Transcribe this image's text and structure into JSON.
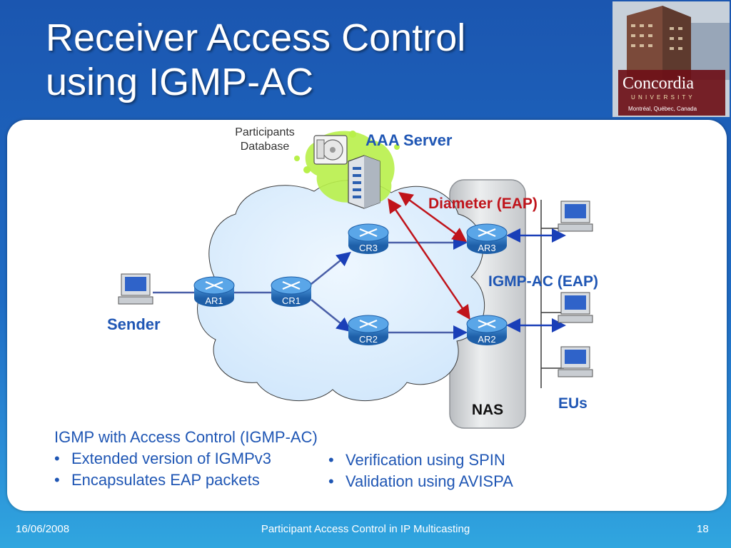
{
  "slide": {
    "title_line1": "Receiver Access Control",
    "title_line2": "using IGMP-AC"
  },
  "logo": {
    "name": "Concordia",
    "sub": "U N I V E R S I T Y",
    "place": "Montréal, Québec, Canada"
  },
  "diagram": {
    "db_label_line1": "Participants",
    "db_label_line2": "Database",
    "aaa_label": "AAA Server",
    "diameter_label": "Diameter (EAP)",
    "igmp_label": "IGMP-AC (EAP)",
    "sender_label": "Sender",
    "nas_label": "NAS",
    "eus_label": "EUs",
    "routers": {
      "ar1": "AR1",
      "cr1": "CR1",
      "cr2": "CR2",
      "cr3": "CR3",
      "ar2": "AR2",
      "ar3": "AR3"
    }
  },
  "bullets": {
    "heading": "IGMP with Access Control (IGMP-AC)",
    "left": [
      "Extended version of IGMPv3",
      "Encapsulates EAP packets"
    ],
    "right": [
      "Verification using SPIN",
      "Validation using AVISPA"
    ],
    "marker": "•"
  },
  "footer": {
    "date": "16/06/2008",
    "center": "Participant Access Control in IP Multicasting",
    "page": "18"
  },
  "colors": {
    "accent_blue": "#1f56b4",
    "diameter_red": "#c0141b",
    "router_blue": "#2f7dc2"
  }
}
